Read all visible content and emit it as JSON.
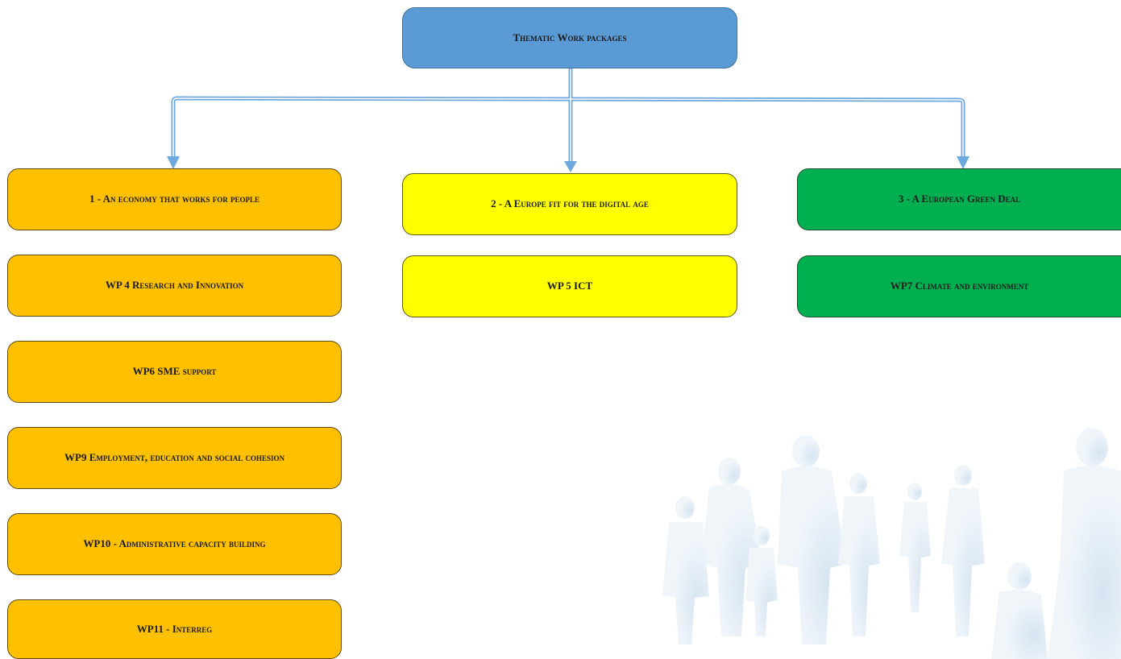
{
  "root": {
    "label": "Thematic Work packages"
  },
  "columns": [
    {
      "id": "orange",
      "color": "#ffc000",
      "title": "1 - An economy that works for people",
      "items": [
        "WP 4 Research and Innovation",
        "WP6 SME support",
        "WP9  Employment, education and social cohesion",
        "WP10 - Administrative capacity building",
        "WP11 - Interreg"
      ]
    },
    {
      "id": "yellow",
      "color": "#ffff00",
      "title": "2 - A Europe fit for the digital age",
      "items": [
        "WP 5 ICT"
      ]
    },
    {
      "id": "green",
      "color": "#00b050",
      "title": "3 - A European Green Deal",
      "items": [
        "WP7 Climate and environment"
      ]
    }
  ],
  "connector_color": "#6fa8dc"
}
